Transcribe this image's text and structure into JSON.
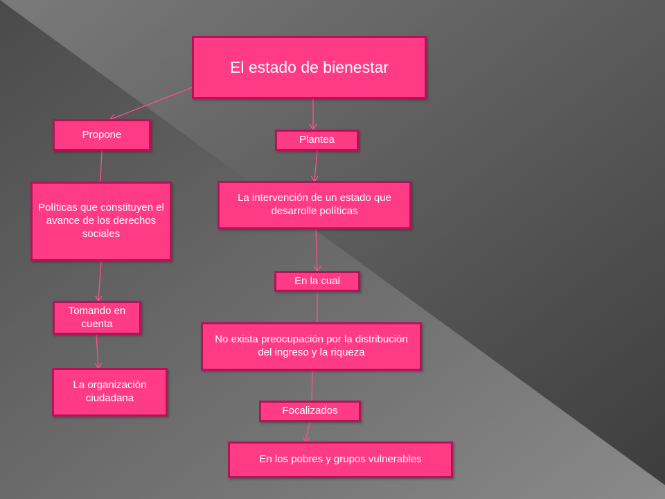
{
  "colors": {
    "node_fill": "#ff3b86",
    "node_border": "#b31457",
    "connector": "#ff4f93",
    "text": "#ffffff"
  },
  "diagram": {
    "title": "El estado de bienestar",
    "left_branch": {
      "connector": "Propone",
      "policies": "Políticas que constituyen el avance de los derechos sociales",
      "taking_into_account": "Tomando en cuenta",
      "organization": "La organización ciudadana"
    },
    "right_branch": {
      "connector": "Plantea",
      "intervention": "La  intervención de un estado que desarrolle políticas",
      "in_which": "En la cual",
      "no_concern": "No exista preocupación por la distribución del ingreso y la riqueza",
      "focused": "Focalizados",
      "vulnerable_groups": "En los pobres y grupos vulnerables"
    }
  }
}
